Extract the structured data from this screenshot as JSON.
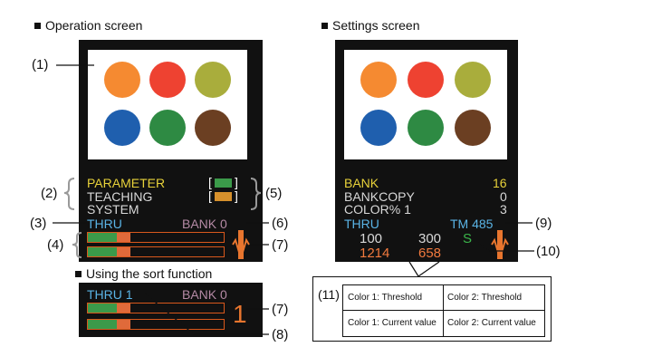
{
  "headings": {
    "operation": "Operation screen",
    "settings": "Settings screen",
    "sort": "Using the sort function"
  },
  "colors": {
    "orange": "#f58a31",
    "red": "#ee4231",
    "olive": "#a9ad3c",
    "blue": "#1f5fae",
    "green": "#2e8a43",
    "brown": "#6b3f22",
    "yellow_text": "#e8d23a",
    "cyan_text": "#5ab4e6",
    "grey_text": "#d8d8d8",
    "mauve_text": "#b58aa5",
    "orange_text": "#f27a3e"
  },
  "operation": {
    "menu": {
      "parameter": "PARAMETER",
      "teaching": "TEACHING",
      "system": "SYSTEM",
      "bracket_left": "[",
      "bracket_right": "]"
    },
    "status": {
      "thru": "THRU",
      "bank": "BANK 0"
    },
    "bar1_fill": 0.3,
    "bar2_fill": 0.3
  },
  "settings": {
    "bank_label": "BANK",
    "bank_value": "16",
    "bankcopy_label": "BANKCOPY",
    "bankcopy_value": "0",
    "color_label": "COLOR% 1",
    "color_value": "3",
    "thru": "THRU",
    "tm": "TM 485",
    "threshold1": "100",
    "threshold2": "300",
    "s": "S",
    "current1": "1214",
    "current2": "658"
  },
  "sort": {
    "thru": "THRU 1",
    "bank": "BANK 0",
    "digit": "1"
  },
  "callouts": {
    "c1": "(1)",
    "c2": "(2)",
    "c3": "(3)",
    "c4": "(4)",
    "c5": "(5)",
    "c6": "(6)",
    "c7a": "(7)",
    "c7b": "(7)",
    "c8": "(8)",
    "c9": "(9)",
    "c10": "(10)",
    "c11": "(11)"
  },
  "table": {
    "r1c1": "Color 1: Threshold",
    "r1c2": "Color 2: Threshold",
    "r2c1": "Color 1: Current value",
    "r2c2": "Color 2: Current value"
  }
}
